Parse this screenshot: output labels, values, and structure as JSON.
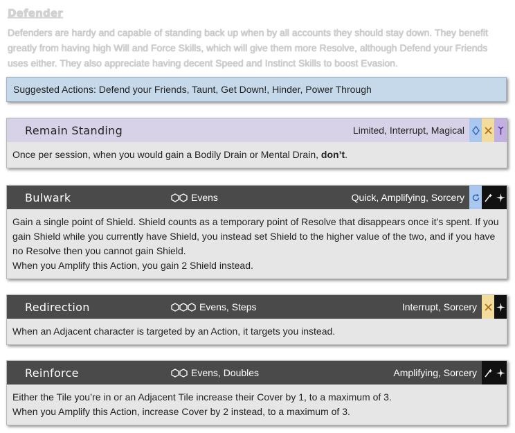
{
  "intro": {
    "title": "Defender",
    "text": "Defenders are hardy and capable of standing back up when by all accounts they should stay down. They benefit greatly from having high Will and Force Skills, which will give them more Resolve, although Defend your Friends uses either. They also appreciate having decent Speed and Instinct Skills to boost Evasion."
  },
  "suggested": "Suggested Actions: Defend your Friends, Taunt, Get Down!, Hinder, Power Through",
  "colors": {
    "suggested_bg": "#c5d9ea",
    "header_dark": "#4a4a4a",
    "header_light": "#d8d2e8",
    "card_body": "#e6e6e6",
    "icon_blue": "#a9c7ef",
    "icon_yellow": "#f2dd9c",
    "icon_purple": "#c2b0e0",
    "icon_black": "#111111"
  },
  "cards": [
    {
      "name": "Remain Standing",
      "cost_hexes": 0,
      "cost_text": "",
      "tags": "Limited, Interrupt, Magical",
      "icons": [
        "diamond-icon",
        "crossed-swords-icon",
        "staff-icon"
      ],
      "body_pre": "Once per session, when you would gain a Bodily Drain or Mental Drain, ",
      "body_bold": "don’t",
      "body_post": "."
    },
    {
      "name": "Bulwark",
      "cost_hexes": 2,
      "cost_text": "Evens",
      "tags": "Quick, Amplifying, Sorcery",
      "icons": [
        "cycle-icon",
        "wand-icon",
        "sparkle-icon"
      ],
      "body_lines": [
        "Gain a single point of Shield. Shield counts as a temporary point of Resolve that disappears once it’s spent. If you gain Shield while you currently have Shield, you instead set Shield to the higher value of the two, and if you have no Resolve then you cannot gain Shield.",
        "When you Amplify this Action, you gain 2 Shield instead."
      ]
    },
    {
      "name": "Redirection",
      "cost_hexes": 3,
      "cost_text": "Evens, Steps",
      "tags": "Interrupt, Sorcery",
      "icons": [
        "crossed-swords-icon",
        "sparkle-icon"
      ],
      "body_lines": [
        "When an Adjacent character is targeted by an Action, it targets you instead."
      ]
    },
    {
      "name": "Reinforce",
      "cost_hexes": 2,
      "cost_text": "Evens, Doubles",
      "tags": "Amplifying, Sorcery",
      "icons": [
        "wand-icon",
        "sparkle-icon"
      ],
      "body_lines": [
        "Either the Tile you’re in or an Adjacent Tile increase their Cover by 1, to a maximum of 3.",
        "When you Amplify this Action, increase Cover by 2 instead, to a maximum of 3."
      ]
    }
  ]
}
